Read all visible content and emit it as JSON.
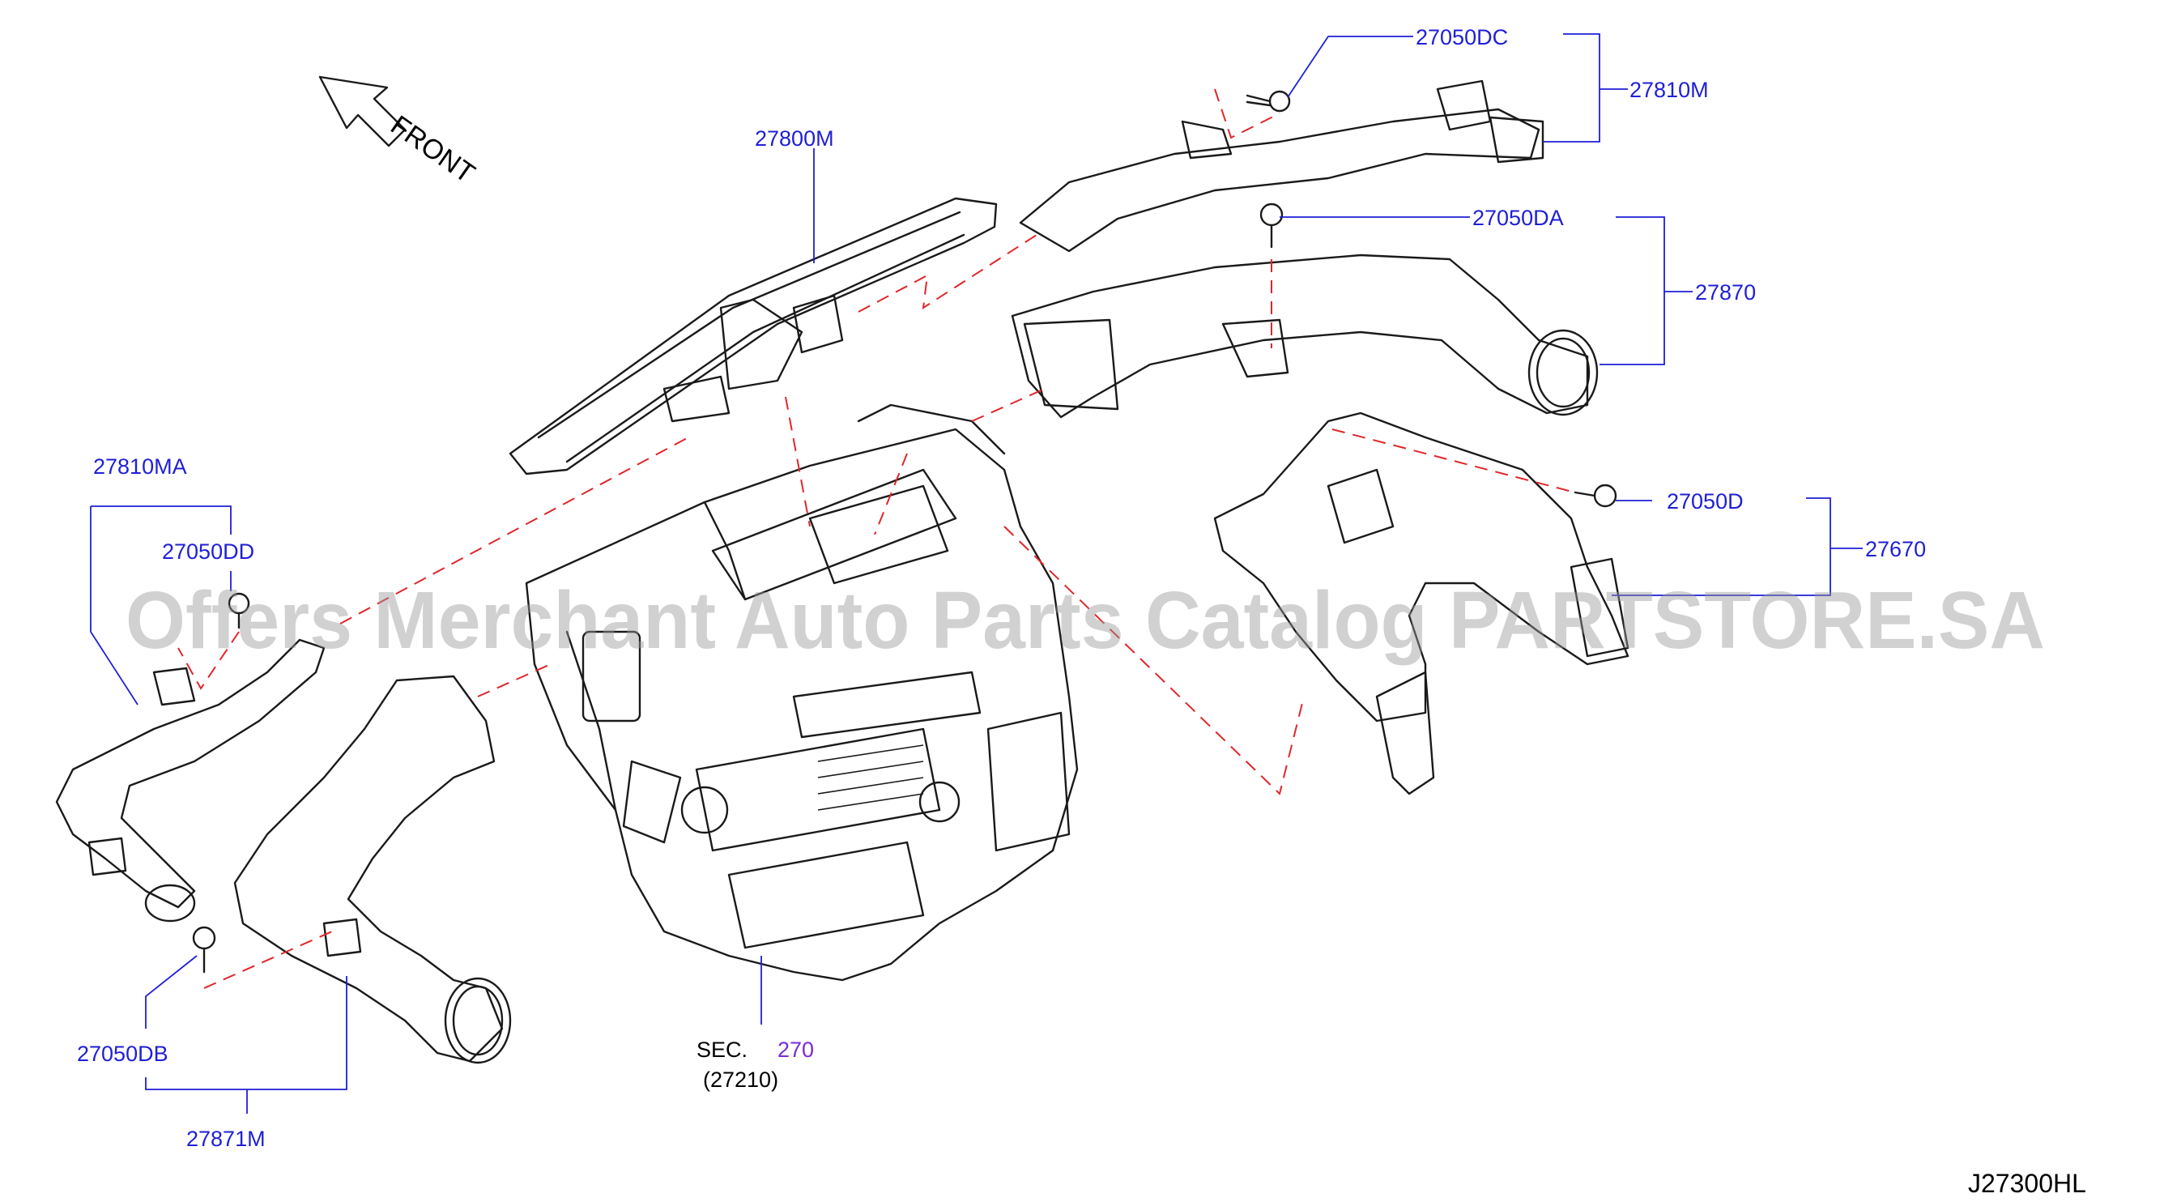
{
  "diagram": {
    "orientation_label": "FRONT",
    "drawing_code": "J27300HL",
    "watermark": "Offers Merchant Auto Parts Catalog PARTSTORE.SA",
    "section_ref": {
      "prefix": "SEC.",
      "number": "270",
      "sub": "(27210)"
    },
    "labels": {
      "p27050DC": "27050DC",
      "p27810M": "27810M",
      "p27800M": "27800M",
      "p27050DA": "27050DA",
      "p27870": "27870",
      "p27810MA": "27810MA",
      "p27050DD": "27050DD",
      "p27050D": "27050D",
      "p27670": "27670",
      "p27050DB": "27050DB",
      "p27871M": "27871M"
    },
    "colors": {
      "label": "#1f1fd6",
      "section_number": "#7a2bd6",
      "leader_dash": "#e0262b",
      "part_outline": "#1a1a1a"
    }
  }
}
